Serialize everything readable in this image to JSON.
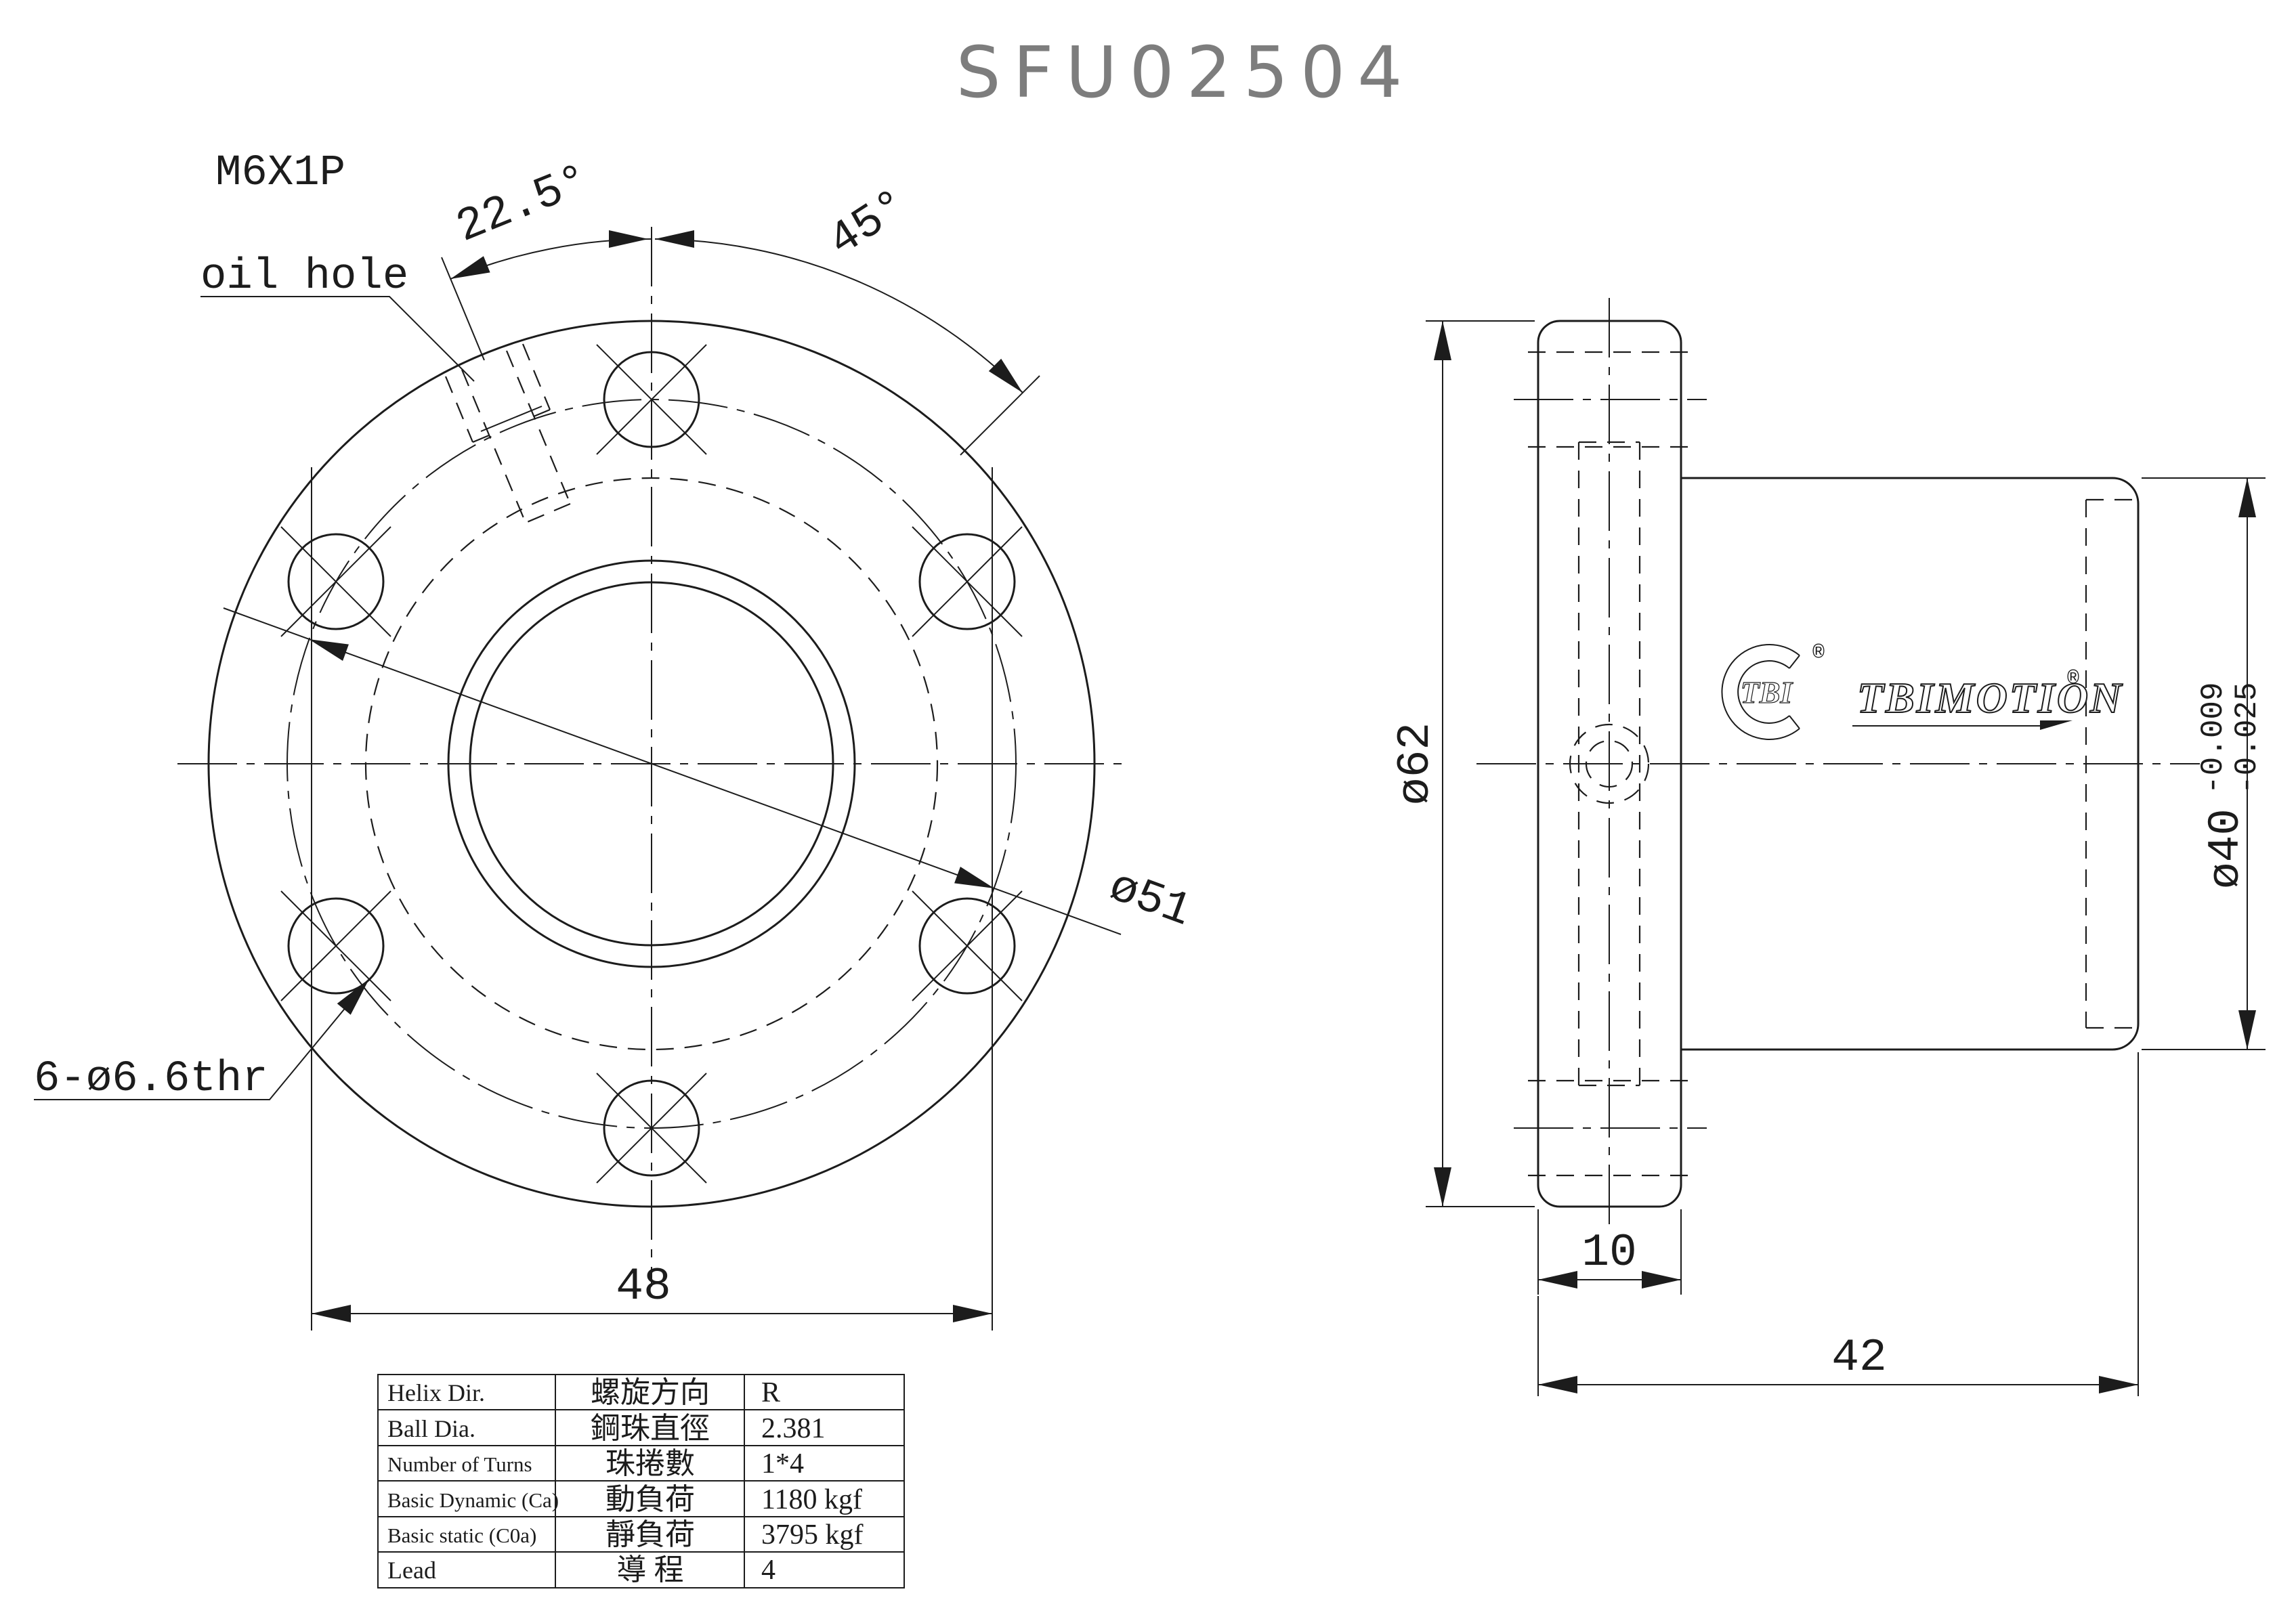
{
  "title": "SFU02504",
  "front_view": {
    "oil_hole_spec": "M6X1P",
    "oil_hole_label": "oil hole",
    "angle_small": "22.5°",
    "angle_large": "45°",
    "pcd_diameter": "ø51",
    "bolt_holes": "6-ø6.6thr",
    "flange_width": "48"
  },
  "side_view": {
    "flange_diameter": "ø62",
    "body_diameter": "ø40",
    "body_tol_upper": "-0.009",
    "body_tol_lower": "-0.025",
    "flange_thickness": "10",
    "total_length": "42"
  },
  "logo": {
    "badge": "TBI",
    "brand": "TBIMOTION",
    "reg": "®"
  },
  "spec_table": {
    "rows": [
      {
        "en": "Helix  Dir.",
        "zh": "螺旋方向",
        "value": "R"
      },
      {
        "en": "Ball Dia.",
        "zh": "鋼珠直徑",
        "value": "2.381"
      },
      {
        "en": "Number of Turns",
        "zh": "珠捲數",
        "value": "1*4"
      },
      {
        "en": "Basic Dynamic (Ca)",
        "zh": "動負荷",
        "value": "1180 kgf"
      },
      {
        "en": "Basic static (C0a)",
        "zh": "靜負荷",
        "value": "3795 kgf"
      },
      {
        "en": "Lead",
        "zh": "導 程",
        "value": "4"
      }
    ]
  },
  "colors": {
    "line": "#1c1c1c",
    "background": "#ffffff",
    "title_gray": "#7d7d7d"
  }
}
